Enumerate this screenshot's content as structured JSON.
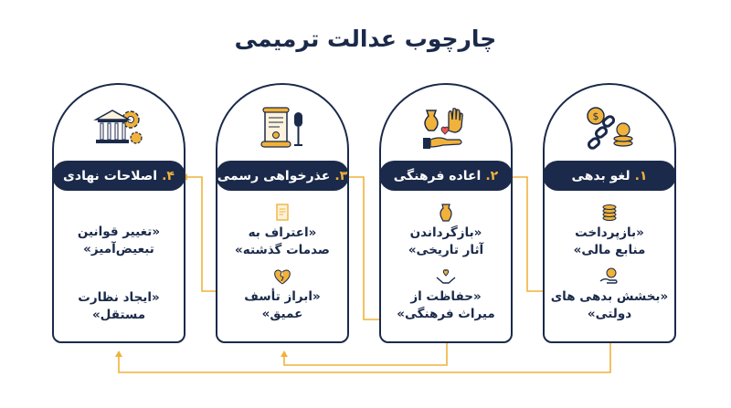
{
  "title": "چارچوب عدالت ترمیمی",
  "colors": {
    "navy": "#1b2a4a",
    "accent": "#f0b23a"
  },
  "stages": [
    {
      "number": "۱.",
      "title": "لغو بدهی",
      "icon": "broken-chain-coins-icon",
      "items": [
        {
          "icon": "coin-stack-icon",
          "text": "«بازپرداخت\nمنابع مالی»"
        },
        {
          "icon": "hand-coin-icon",
          "text": "«بخشش بدهی های\nدولتی»"
        }
      ]
    },
    {
      "number": "۲.",
      "title": "اعاده فرهنگی",
      "icon": "artifacts-hands-icon",
      "items": [
        {
          "icon": "vase-icon",
          "text": "«بازگرداندن\nآثار تاریخی»"
        },
        {
          "icon": "hands-heart-icon",
          "text": "«حفاظت از\nمیراث فرهنگی»"
        }
      ]
    },
    {
      "number": "۳.",
      "title": "عذرخواهی رسمی",
      "icon": "scroll-microphone-icon",
      "items": [
        {
          "icon": "document-icon",
          "text": "«اعتراف به\nصدمات گذشته»"
        },
        {
          "icon": "broken-heart-icon",
          "text": "«ابراز تأسف\nعمیق»"
        }
      ]
    },
    {
      "number": "۴.",
      "title": "اصلاحات نهادی",
      "icon": "institution-gear-icon",
      "items": [
        {
          "icon": "",
          "text": "«تغییر قوانین\nتبعیض‌آمیز»"
        },
        {
          "icon": "",
          "text": "«ایجاد نظارت\nمستقل»"
        }
      ]
    }
  ]
}
